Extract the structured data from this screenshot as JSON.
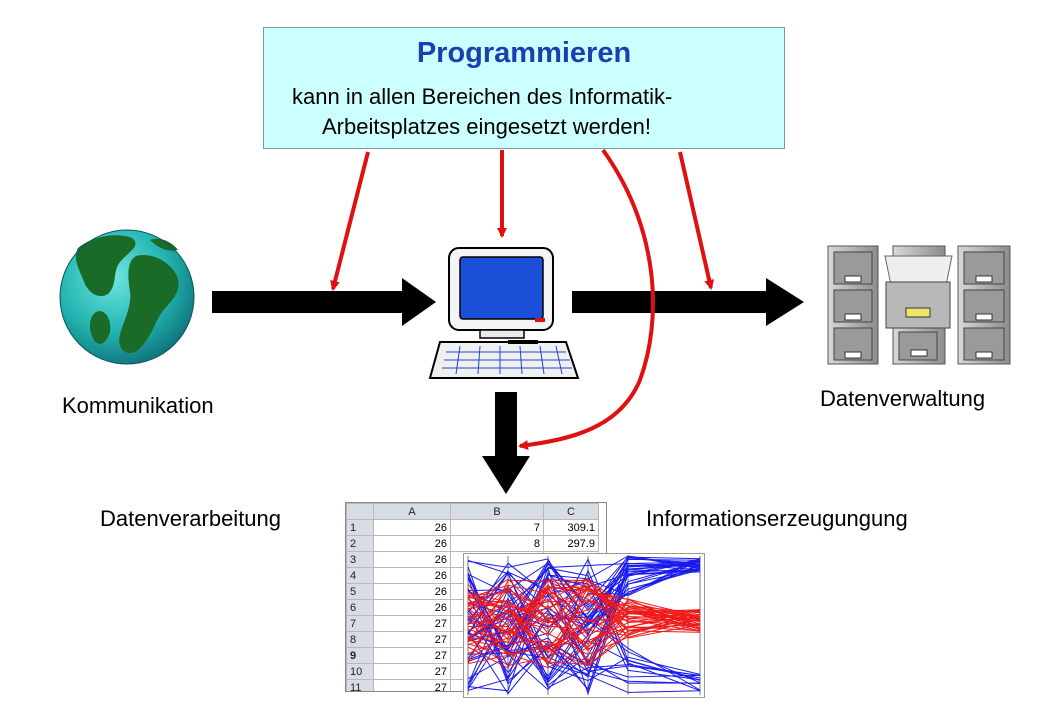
{
  "box": {
    "title": "Programmieren",
    "line1": "kann in allen Bereichen des Informatik-",
    "line2": "Arbeitsplatzes eingesetzt werden!"
  },
  "labels": {
    "kommunikation": "Kommunikation",
    "datenverwaltung": "Datenverwaltung",
    "datenverarbeitung": "Datenverarbeitung",
    "informationserzeugung": "Informationserzeugungung"
  },
  "spreadsheet": {
    "columns": [
      "A",
      "B",
      "C"
    ],
    "rows": [
      {
        "n": "1",
        "a": "26",
        "b": "7",
        "c": "309.1"
      },
      {
        "n": "2",
        "a": "26",
        "b": "8",
        "c": "297.9"
      },
      {
        "n": "3",
        "a": "26",
        "b": "",
        "c": ""
      },
      {
        "n": "4",
        "a": "26",
        "b": "",
        "c": ""
      },
      {
        "n": "5",
        "a": "26",
        "b": "",
        "c": ""
      },
      {
        "n": "6",
        "a": "26",
        "b": "",
        "c": ""
      },
      {
        "n": "7",
        "a": "27",
        "b": "",
        "c": ""
      },
      {
        "n": "8",
        "a": "27",
        "b": "",
        "c": ""
      },
      {
        "n": "9",
        "a": "27",
        "b": "",
        "c": ""
      },
      {
        "n": "10",
        "a": "27",
        "b": "",
        "c": ""
      },
      {
        "n": "11",
        "a": "27",
        "b": "",
        "c": ""
      }
    ]
  },
  "colors": {
    "arrow_red": "#e01010",
    "arrow_black": "#000000",
    "box_bg": "#ccffff",
    "title_blue": "#1a3fb0",
    "line_blue": "#1a1aee",
    "line_red": "#ee1a1a"
  },
  "icons": [
    "globe-icon",
    "computer-icon",
    "filing-cabinet-icon",
    "parallel-coordinates-plot"
  ]
}
